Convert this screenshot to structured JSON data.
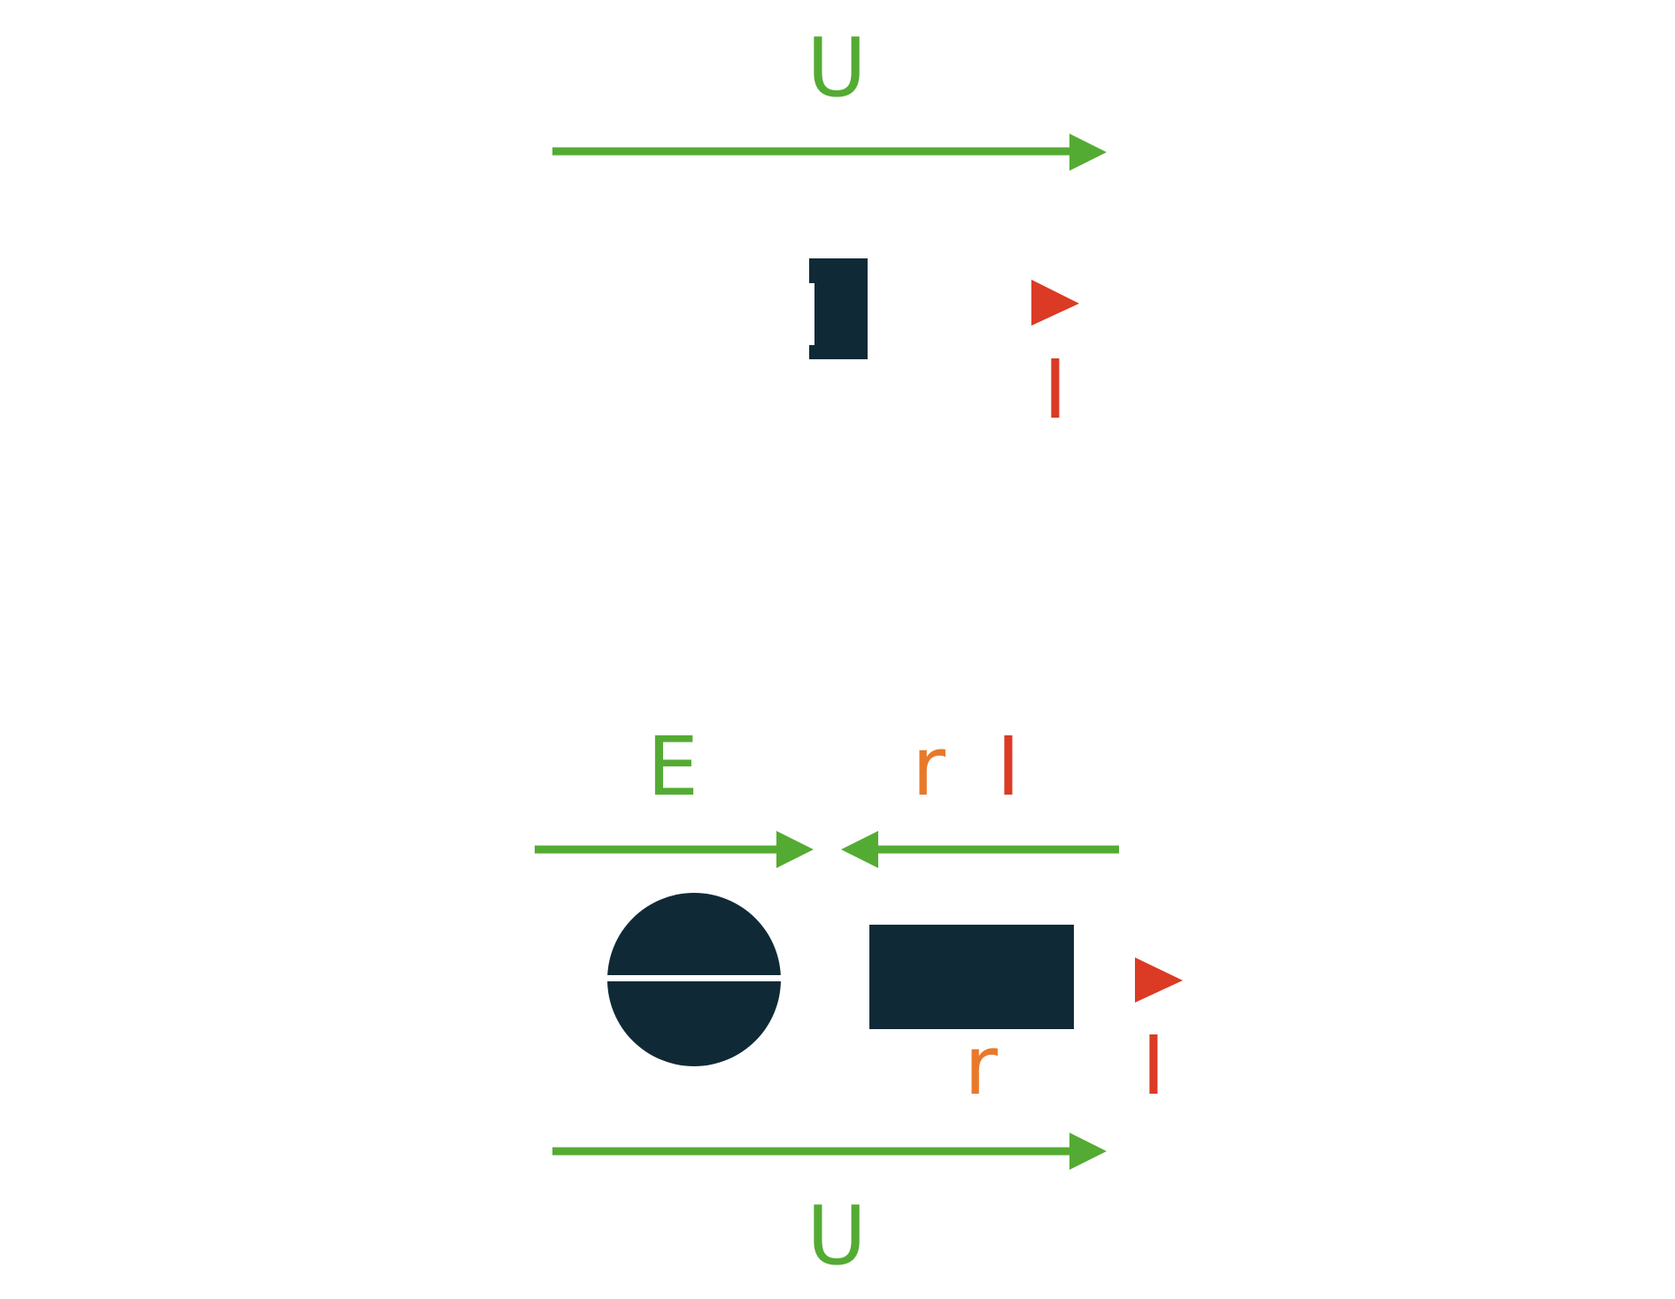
{
  "colors": {
    "voltage": "#54ab33",
    "current": "#db3a24",
    "resistance": "#e8792b",
    "component": "#0f2a36",
    "background": "#ffffff"
  },
  "top": {
    "voltage_label": "U",
    "current_label": "I"
  },
  "bottom": {
    "emf_label": "E",
    "internal_drop_r": "r",
    "internal_drop_i": "I",
    "resistor_label": "r",
    "current_label": "I",
    "terminal_voltage_label": "U"
  }
}
